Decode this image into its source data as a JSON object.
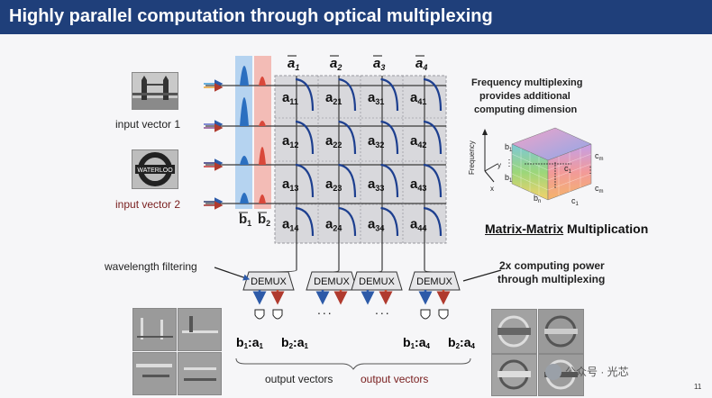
{
  "title": "Highly parallel computation through optical multiplexing",
  "column_headers": [
    "a",
    "a",
    "a",
    "a"
  ],
  "column_header_indices": [
    "1",
    "2",
    "3",
    "4"
  ],
  "matrix_labels": [
    [
      "a",
      "a",
      "a",
      "a"
    ],
    [
      "a",
      "a",
      "a",
      "a"
    ],
    [
      "a",
      "a",
      "a",
      "a"
    ],
    [
      "a",
      "a",
      "a",
      "a"
    ]
  ],
  "matrix_indices": [
    [
      "11",
      "21",
      "31",
      "41"
    ],
    [
      "12",
      "22",
      "32",
      "42"
    ],
    [
      "13",
      "23",
      "33",
      "43"
    ],
    [
      "14",
      "24",
      "34",
      "44"
    ]
  ],
  "b_labels": {
    "b1": "b",
    "b1_index": "1",
    "b2": "b",
    "b2_index": "2"
  },
  "left_captions": {
    "input_vector_1": "input vector 1",
    "input_vector_2": "input vector 2",
    "waterloo_sign": "WATERLOO"
  },
  "right_panel": {
    "freq_title_line1": "Frequency multiplexing",
    "freq_title_line2": "provides additional",
    "freq_title_line3": "computing dimension",
    "axis_frequency": "Frequency",
    "axis_y": "y",
    "axis_x": "x",
    "cube_labels": {
      "b1": "b",
      "b1_i": "1",
      "bn": "b",
      "bn_i": "n",
      "cm_top": "c",
      "cm_top_i": "m",
      "cm_right": "c",
      "cm_right_i": "m",
      "c1_mid": "c",
      "c1_mid_i": "1",
      "c1_bottom": "c",
      "c1_bottom_i": "1",
      "b_mid": "b",
      "b_mid_i": "1"
    },
    "matrix_matrix_underlined": "Matrix-Matrix",
    "matrix_matrix_rest": " Multiplication"
  },
  "demux_label": "DEMUX",
  "demux_count": 4,
  "ellipsis": "...",
  "wavelength_filtering": "wavelength filtering",
  "computing_power_line1": "2x computing power",
  "computing_power_line2": "through multiplexing",
  "output_products": [
    {
      "b": "b",
      "bi": "1",
      "a": "a",
      "ai": "1"
    },
    {
      "b": "b",
      "bi": "2",
      "a": "a",
      "ai": "1"
    },
    {
      "b": "b",
      "bi": "1",
      "a": "a",
      "ai": "4"
    },
    {
      "b": "b",
      "bi": "2",
      "a": "a",
      "ai": "4"
    }
  ],
  "output_vectors_1": "output vectors",
  "output_vectors_2": "output vectors",
  "page_number": "11",
  "watermark": "公众号 · 光芯",
  "colors": {
    "title_bar": "#1f3f7a",
    "blue_channel": "#3a78c8",
    "red_channel": "#d94a3a",
    "matrix_bg": "#d8d8dc",
    "arc": "#1d3f8f"
  }
}
